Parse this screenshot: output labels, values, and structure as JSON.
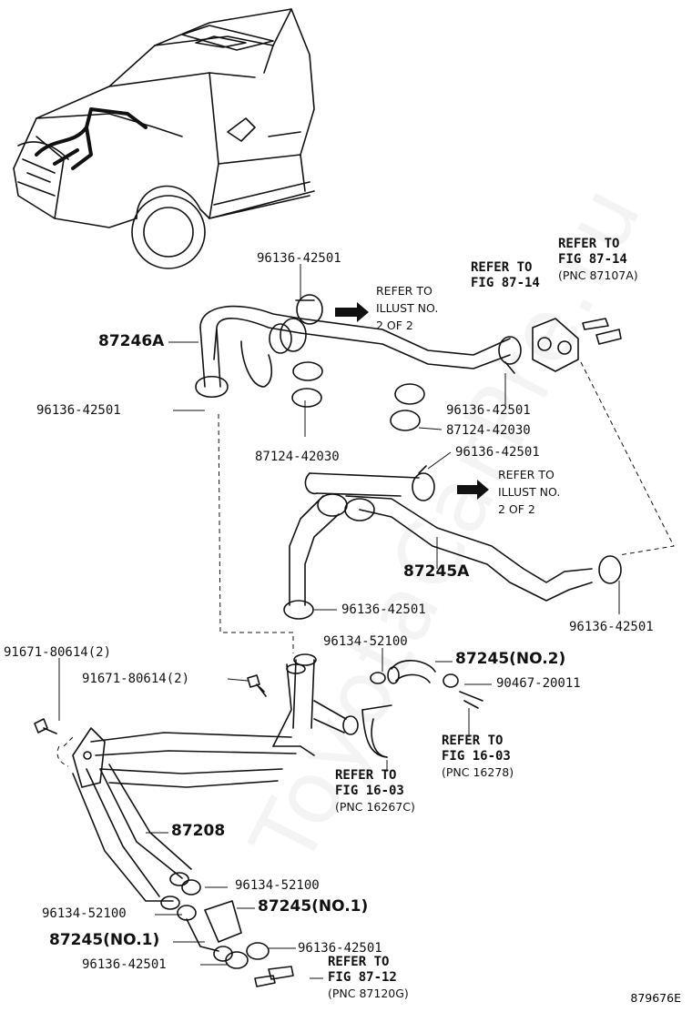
{
  "watermark": "ToyotaCarPre.ru",
  "diagram_code": "879676E",
  "callouts": {
    "c96136_top": "96136-42501",
    "c87246A": "87246A",
    "c96136_left": "96136-42501",
    "c87124_mid": "87124-42030",
    "c96136_mid": "96136-42501",
    "c87124_right": "87124-42030",
    "c96136_upper2": "96136-42501",
    "c87245A": "87245A",
    "c96136_mid2": "96136-42501",
    "c96136_right": "96136-42501",
    "c91671_left": "91671-80614(2)",
    "c91671_mid": "91671-80614(2)",
    "c96134_top": "96134-52100",
    "c87245_no2": "87245(NO.2)",
    "c90467": "90467-20011",
    "c87208": "87208",
    "c96134_b1": "96134-52100",
    "c96134_b2": "96134-52100",
    "c87245_no1a": "87245(NO.1)",
    "c87245_no1b": "87245(NO.1)",
    "c96136_b1": "96136-42501",
    "c96136_b2": "96136-42501"
  },
  "refs": {
    "r87_14a": {
      "line1": "REFER TO",
      "line2": "FIG 87-14",
      "pnc": ""
    },
    "r87_14b": {
      "line1": "REFER TO",
      "line2": "FIG 87-14",
      "pnc": "(PNC 87107A)"
    },
    "r16_03a": {
      "line1": "REFER TO",
      "line2": "FIG 16-03",
      "pnc": "(PNC 16278)"
    },
    "r16_03b": {
      "line1": "REFER TO",
      "line2": "FIG 16-03",
      "pnc": "(PNC 16267C)"
    },
    "r87_12": {
      "line1": "REFER TO",
      "line2": "FIG 87-12",
      "pnc": "(PNC 87120G)"
    }
  },
  "notes": {
    "n1": {
      "line1": "REFER TO",
      "line2": "ILLUST NO.",
      "line3": "2 OF 2"
    },
    "n2": {
      "line1": "REFER TO",
      "line2": "ILLUST NO.",
      "line3": "2 OF 2"
    }
  }
}
